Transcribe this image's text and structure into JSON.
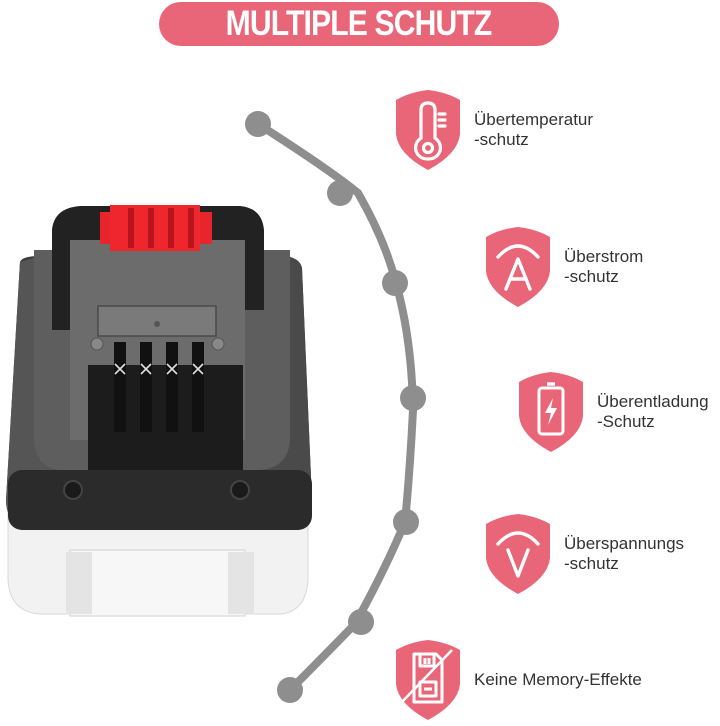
{
  "header": {
    "title": "MULTIPLE SCHUTZ"
  },
  "colors": {
    "accent": "#e96678",
    "arc": "#8e8e8e",
    "text": "#333333",
    "battery_black": "#2a2a2a",
    "battery_red": "#e8242c",
    "battery_white": "#f0f0f0"
  },
  "features": [
    {
      "icon": "thermometer-icon",
      "line1": "Übertemperatur",
      "line2": "-schutz"
    },
    {
      "icon": "ampere-icon",
      "line1": "Überstrom",
      "line2": "-schutz"
    },
    {
      "icon": "battery-charge-icon",
      "line1": "Überentladung",
      "line2": "-Schutz"
    },
    {
      "icon": "voltage-icon",
      "line1": "Überspannungs",
      "line2": "-schutz"
    },
    {
      "icon": "no-memory-icon",
      "line1": "Keine Memory-Effekte",
      "line2": ""
    }
  ]
}
